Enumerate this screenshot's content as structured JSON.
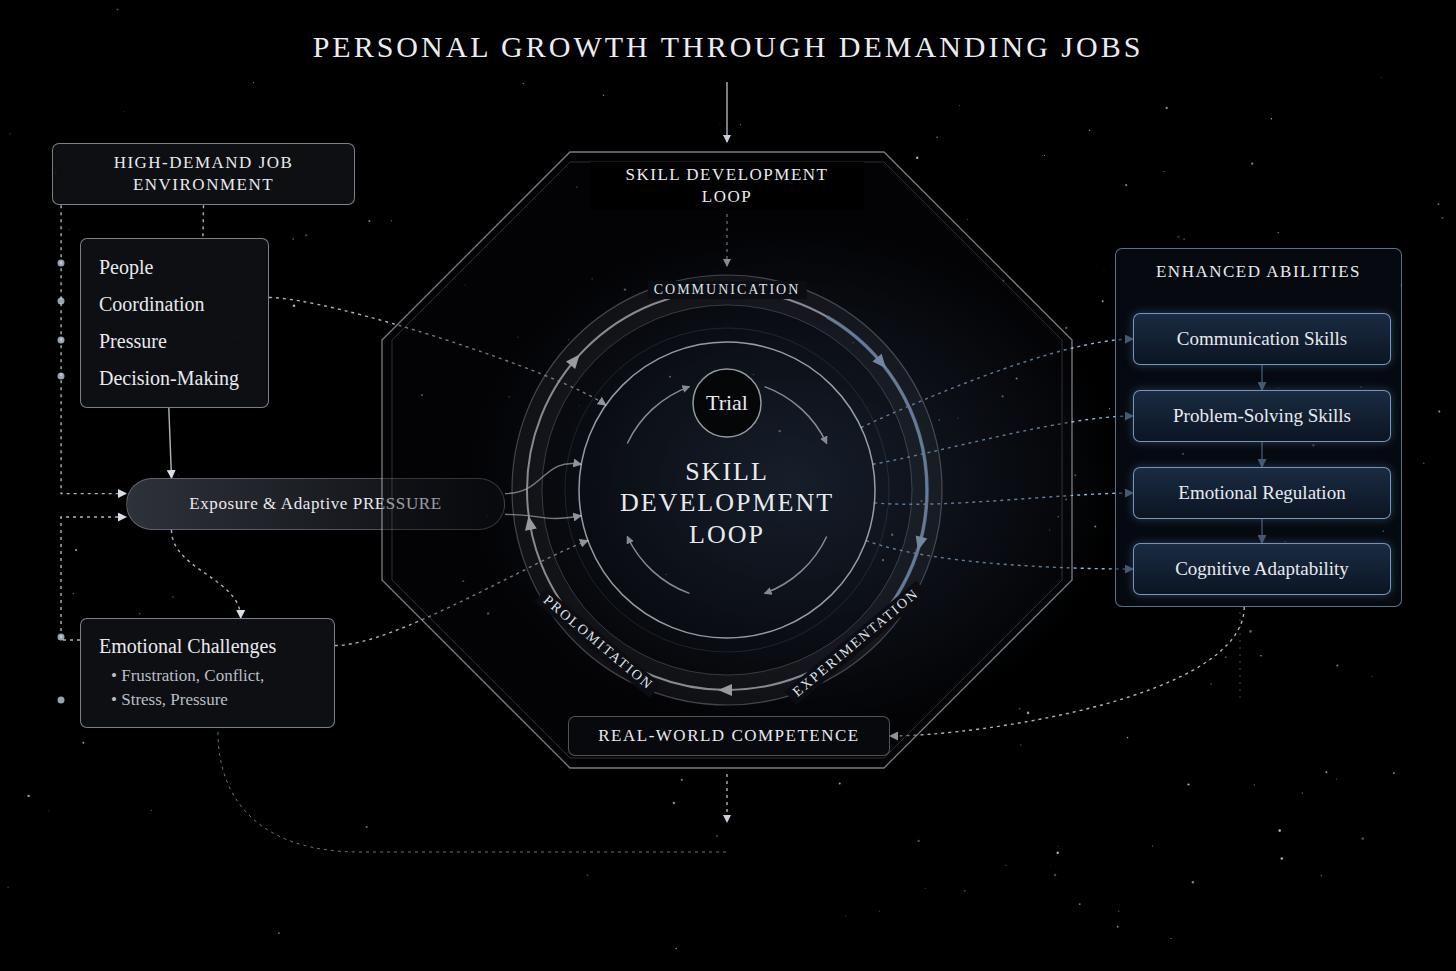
{
  "diagram": {
    "title": "PERSONAL GROWTH THROUGH DEMANDING JOBS",
    "nodes": [
      {
        "text": [
          "HIGH-DEMAND JOB ENVIRONMENT"
        ]
      },
      {
        "text": [
          "People",
          "Coordination",
          "Pressure",
          "Decision-Making"
        ]
      },
      {
        "text": [
          "Exposure & Adaptive PRESSURE"
        ]
      },
      {
        "text": [
          "Emotional Challenges",
          "• Frustration, Conflict,",
          "• Stress, Pressure"
        ]
      },
      {
        "text": [
          "SKILL DEVELOPMENT LOOP"
        ]
      },
      {
        "text": [
          "SKILL DEVELOPMENT LOOP"
        ],
        "in": 4
      },
      {
        "text": [
          "Trial"
        ],
        "in": 5
      },
      {
        "text": [
          "REAL-WORLD COMPETENCE"
        ],
        "in": 4
      },
      {
        "text": [
          "ENHANCED ABILITIES"
        ]
      },
      {
        "text": [
          "Communication Skills"
        ],
        "in": 8
      },
      {
        "text": [
          "Problem-Solving Skills"
        ],
        "in": 8
      },
      {
        "text": [
          "Emotional Regulation"
        ],
        "in": 8
      },
      {
        "text": [
          "Cognitive Adaptability"
        ],
        "in": 8
      }
    ],
    "edges": [
      {
        "from": 0,
        "to": 1,
        "arrow": "none"
      },
      {
        "from": 0,
        "to": 2,
        "arrow": "to"
      },
      {
        "from": 1,
        "to": 2,
        "arrow": "to"
      },
      {
        "from": 1,
        "to": 5,
        "arrow": "to"
      },
      {
        "from": 2,
        "to": 5,
        "arrow": "to"
      },
      {
        "from": 2,
        "to": 5,
        "arrow": "to"
      },
      {
        "from": 2,
        "to": 3,
        "arrow": "to"
      },
      {
        "from": 3,
        "to": 5,
        "arrow": "to"
      },
      {
        "from": 3,
        "to": 2,
        "arrow": "to"
      },
      {
        "from": 5,
        "to": 9,
        "arrow": "to"
      },
      {
        "from": 5,
        "to": 10,
        "arrow": "to"
      },
      {
        "from": 5,
        "to": 11,
        "arrow": "to"
      },
      {
        "from": 5,
        "to": 12,
        "arrow": "to"
      },
      {
        "from": 9,
        "to": 10,
        "arrow": "to"
      },
      {
        "from": 10,
        "to": 11,
        "arrow": "to"
      },
      {
        "from": 11,
        "to": 12,
        "arrow": "to"
      },
      {
        "from": 8,
        "to": 7,
        "arrow": "to"
      }
    ],
    "labels": [
      "COMMUNICATION",
      "EXPERIMENTATION",
      "PROLOMITATION"
    ]
  }
}
